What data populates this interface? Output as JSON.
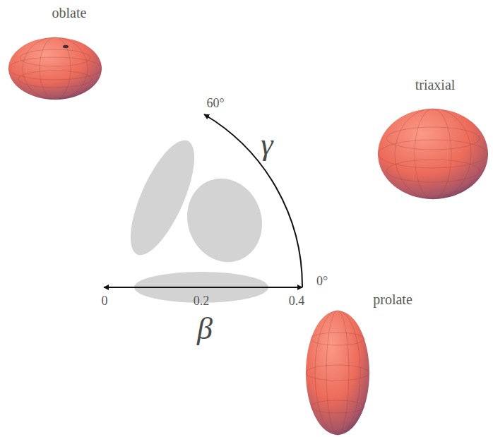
{
  "diagram": {
    "labels": [
      "oblate",
      "60°",
      "γ",
      "triaxial",
      "0°",
      "0",
      "0.2",
      "0.4",
      "β",
      "prolate"
    ]
  }
}
